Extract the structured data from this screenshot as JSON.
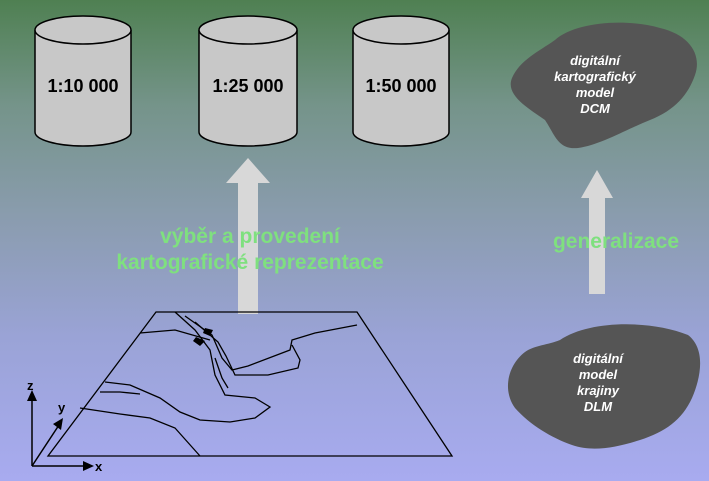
{
  "scales": [
    "1:10 000",
    "1:25 000",
    "1:50 000"
  ],
  "left_process": {
    "line1": "výběr a provedení",
    "line2": "kartografické reprezentace"
  },
  "right_process": "generalizace",
  "dcm": {
    "line1": "digitální",
    "line2": "kartografický",
    "line3": "model",
    "line4": "DCM"
  },
  "dlm": {
    "line1": "digitální",
    "line2": "model",
    "line3": "krajiny",
    "line4": "DLM"
  },
  "axes": {
    "x": "x",
    "y": "y",
    "z": "z"
  },
  "colors": {
    "cylinder_fill": "#c8c8c8",
    "blob_fill": "#555555",
    "arrow_fill": "#d8d8d8",
    "green_text": "#7fe07f"
  }
}
